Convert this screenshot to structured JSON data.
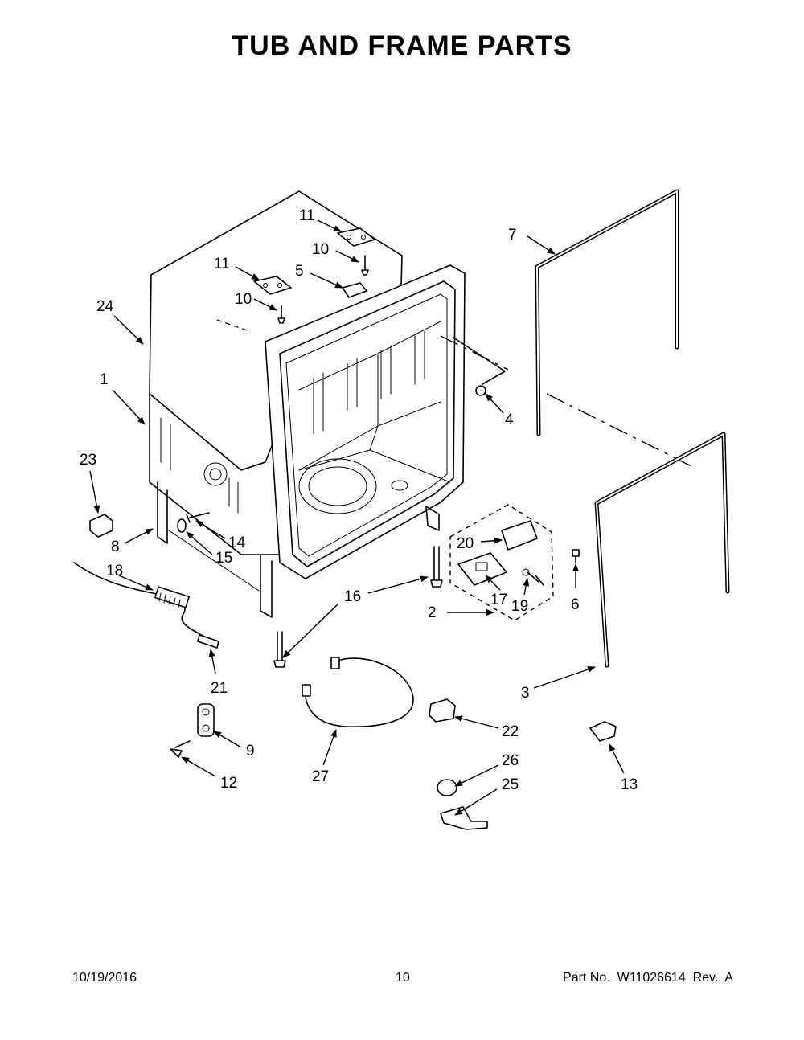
{
  "title": "TUB AND FRAME PARTS",
  "callouts": {
    "c1": "1",
    "c2": "2",
    "c3": "3",
    "c4": "4",
    "c5": "5",
    "c6": "6",
    "c7": "7",
    "c8": "8",
    "c9": "9",
    "c10a": "10",
    "c10b": "10",
    "c11a": "11",
    "c11b": "11",
    "c12": "12",
    "c13": "13",
    "c14": "14",
    "c15": "15",
    "c16": "16",
    "c17": "17",
    "c18": "18",
    "c19": "19",
    "c20": "20",
    "c21": "21",
    "c22": "22",
    "c23": "23",
    "c24": "24",
    "c25": "25",
    "c26": "26",
    "c27": "27"
  },
  "footer": {
    "date": "10/19/2016",
    "page": "10",
    "part_no": "Part No.  W11026614  Rev.  A"
  }
}
